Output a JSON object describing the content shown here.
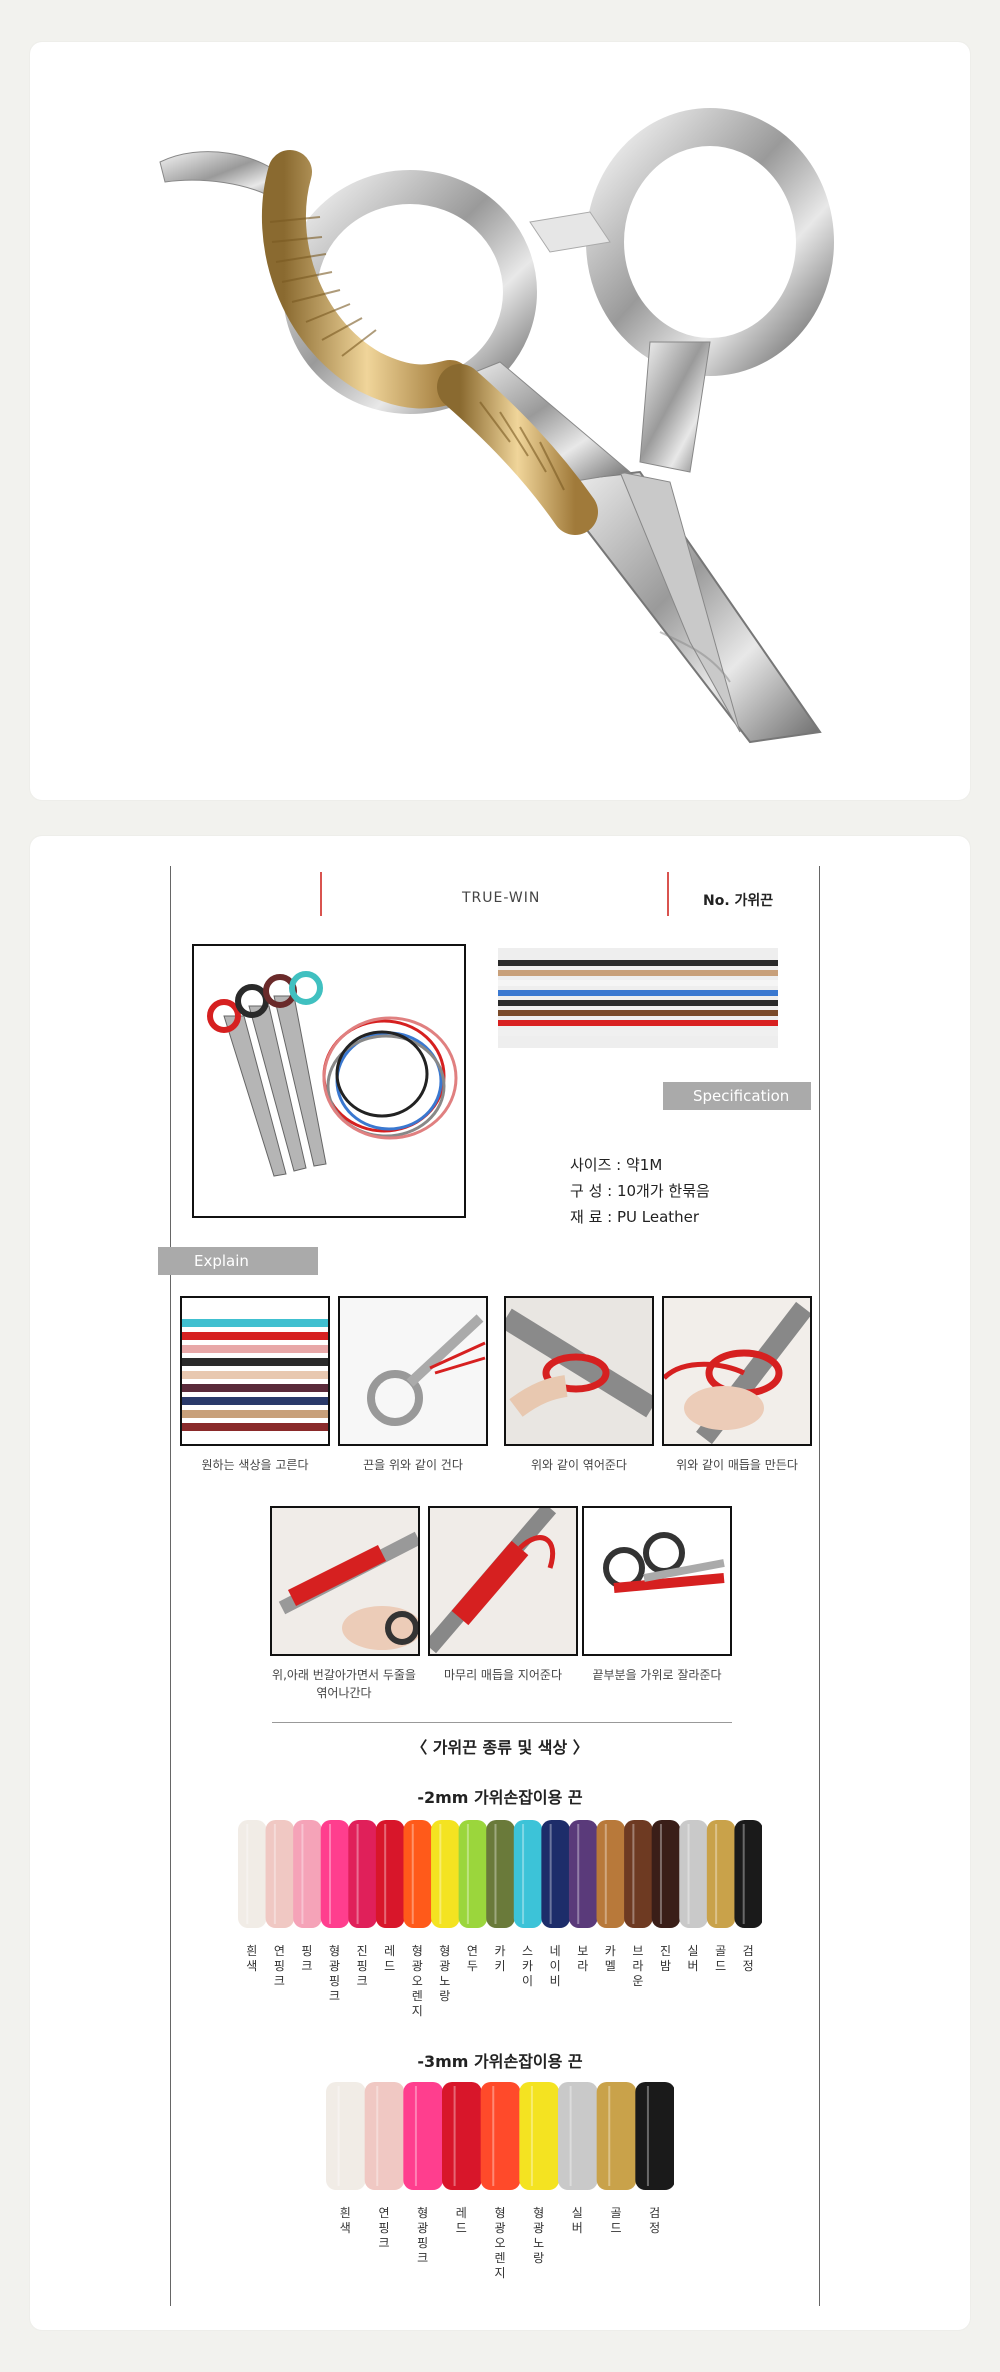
{
  "brand_header": "TRUE-WIN",
  "product_no": "No. 가위끈",
  "spec": {
    "tag": "Specification",
    "size": "사이즈 : 약1M",
    "composition": "구  성 : 10개가 한묶음",
    "material": "재  료 : PU Leather"
  },
  "explain": {
    "tag": "Explain",
    "steps": [
      {
        "caption": "원하는 색상을 고른다"
      },
      {
        "caption": "끈을 위와 같이 건다"
      },
      {
        "caption": "위와 같이 엮어준다"
      },
      {
        "caption": "위와 같이 매듭을 만든다"
      },
      {
        "caption": "위,아래 번갈아가면서 두줄을 엮어나간다"
      },
      {
        "caption": "마무리 매듭을 지어준다"
      },
      {
        "caption": "끝부분을 가위로 잘라준다"
      }
    ]
  },
  "types_title": "〈 가위끈 종류 및 색상 〉",
  "mm2": {
    "title": "-2mm 가위손잡이용 끈",
    "colors": [
      "흰색",
      "연핑크",
      "핑크",
      "형광핑크",
      "진핑크",
      "레드",
      "형광오렌지",
      "형광노랑",
      "연두",
      "카키",
      "스카이",
      "네이비",
      "보라",
      "카멜",
      "브라운",
      "진밤",
      "실버",
      "골드",
      "검정"
    ],
    "swatches": [
      "#f1ece6",
      "#f0c8c3",
      "#f5a3b8",
      "#ff3e8e",
      "#e0205a",
      "#d8162a",
      "#ff5a1a",
      "#f4e321",
      "#9bd63c",
      "#6a7a3a",
      "#3cc3d8",
      "#1d2d6a",
      "#5a3a7a",
      "#b8793a",
      "#6e3a22",
      "#3a1e18",
      "#c9c9c9",
      "#c9a24a",
      "#1a1a1a"
    ]
  },
  "mm3": {
    "title": "-3mm 가위손잡이용 끈",
    "colors": [
      "흰색",
      "연핑크",
      "형광핑크",
      "레드",
      "형광오렌지",
      "형광노랑",
      "실버",
      "골드",
      "검정"
    ],
    "swatches": [
      "#f1ece6",
      "#f0c8c3",
      "#ff3e8e",
      "#d8162a",
      "#ff4a2a",
      "#f4e321",
      "#c9c9c9",
      "#c9a24a",
      "#1a1a1a"
    ]
  },
  "cord_strip_colors": [
    "#2a2a2a",
    "#c8a07a",
    "#f5f5f5",
    "#3a78d0",
    "#2a2a2a",
    "#7a4a2a",
    "#d82020",
    "#f0f0f0"
  ]
}
